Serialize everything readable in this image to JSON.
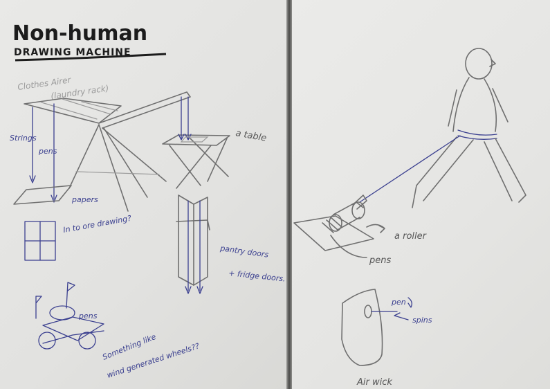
{
  "title": {
    "line1": "Non-human",
    "line2": "DRAWING MACHINE"
  },
  "left_labels": {
    "clothes_airer": "Clothes Airer",
    "laundry_rack": "(laundry rack)",
    "strings": "Strings",
    "pens": "pens",
    "papers": "papers",
    "table": "a table",
    "in_to_ore_drawing": "In to ore drawing?",
    "pantry_doors": "pantry doors",
    "fridge_doors": "+ fridge doors.",
    "pens_small": "pens",
    "something_like": "Something like",
    "wind_generated": "wind generated wheels??"
  },
  "right_labels": {
    "a_roller": "a roller",
    "pens": "pens",
    "pen": "pen",
    "spins": "spins",
    "air_wick": "Air wick"
  },
  "colors": {
    "black_ink": "#1c1c1c",
    "blue_pen": "#3a3f8f",
    "pencil": "#6f6f6f",
    "paper": "#e6e6e4"
  }
}
